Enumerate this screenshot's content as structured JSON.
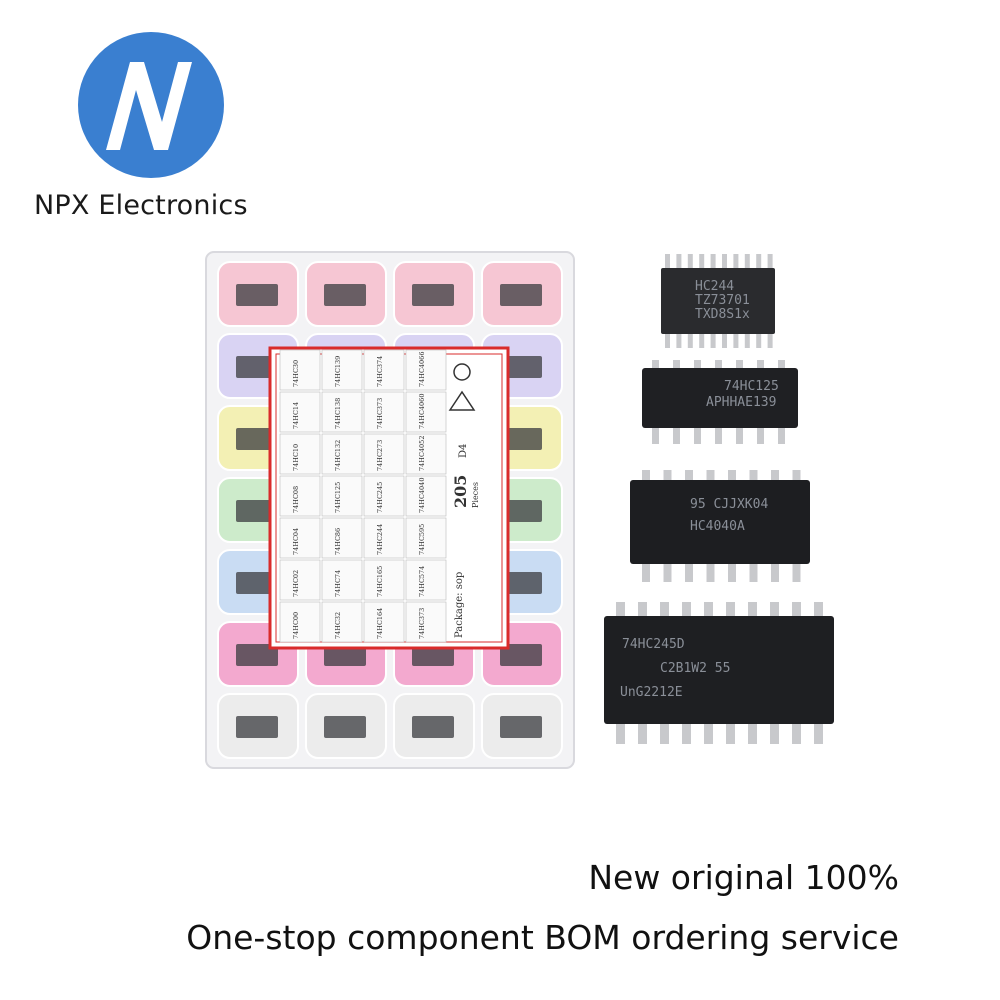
{
  "brand": {
    "name": "NPX Electronics",
    "logo_color": "#3a7fd0"
  },
  "kit_card": {
    "count": "205",
    "count_sub": "Pieces",
    "code": "D4",
    "package": "Package: sop",
    "cells": [
      [
        "74HC00",
        "74HC32",
        "74HC164",
        "74HC373"
      ],
      [
        "74HC02",
        "74HC74",
        "74HC165",
        "74HC574"
      ],
      [
        "74HC04",
        "74HC86",
        "74HC244",
        "74HC595"
      ],
      [
        "74HC08",
        "74HC125",
        "74HC245",
        "74HC4040"
      ],
      [
        "74HC10",
        "74HC132",
        "74HC273",
        "74HC4052"
      ],
      [
        "74HC14",
        "74HC138",
        "74HC373",
        "74HC4060"
      ],
      [
        "74HC30",
        "74HC139",
        "74HC374",
        "74HC4066"
      ]
    ]
  },
  "chips": [
    {
      "marking_1": "HC244",
      "marking_2": "TZ73701",
      "marking_3": "TXD8S1x"
    },
    {
      "marking_1": "74HC125",
      "marking_2": "APHHAE139"
    },
    {
      "marking_1": "95 CJJXK04",
      "marking_2": "HC4040A"
    },
    {
      "marking_1": "74HC245D",
      "marking_2": "C2B1W2  55",
      "marking_3": "UnG2212E"
    }
  ],
  "taglines": {
    "line1": "New original 100%",
    "line2": "One-stop component BOM ordering service"
  }
}
